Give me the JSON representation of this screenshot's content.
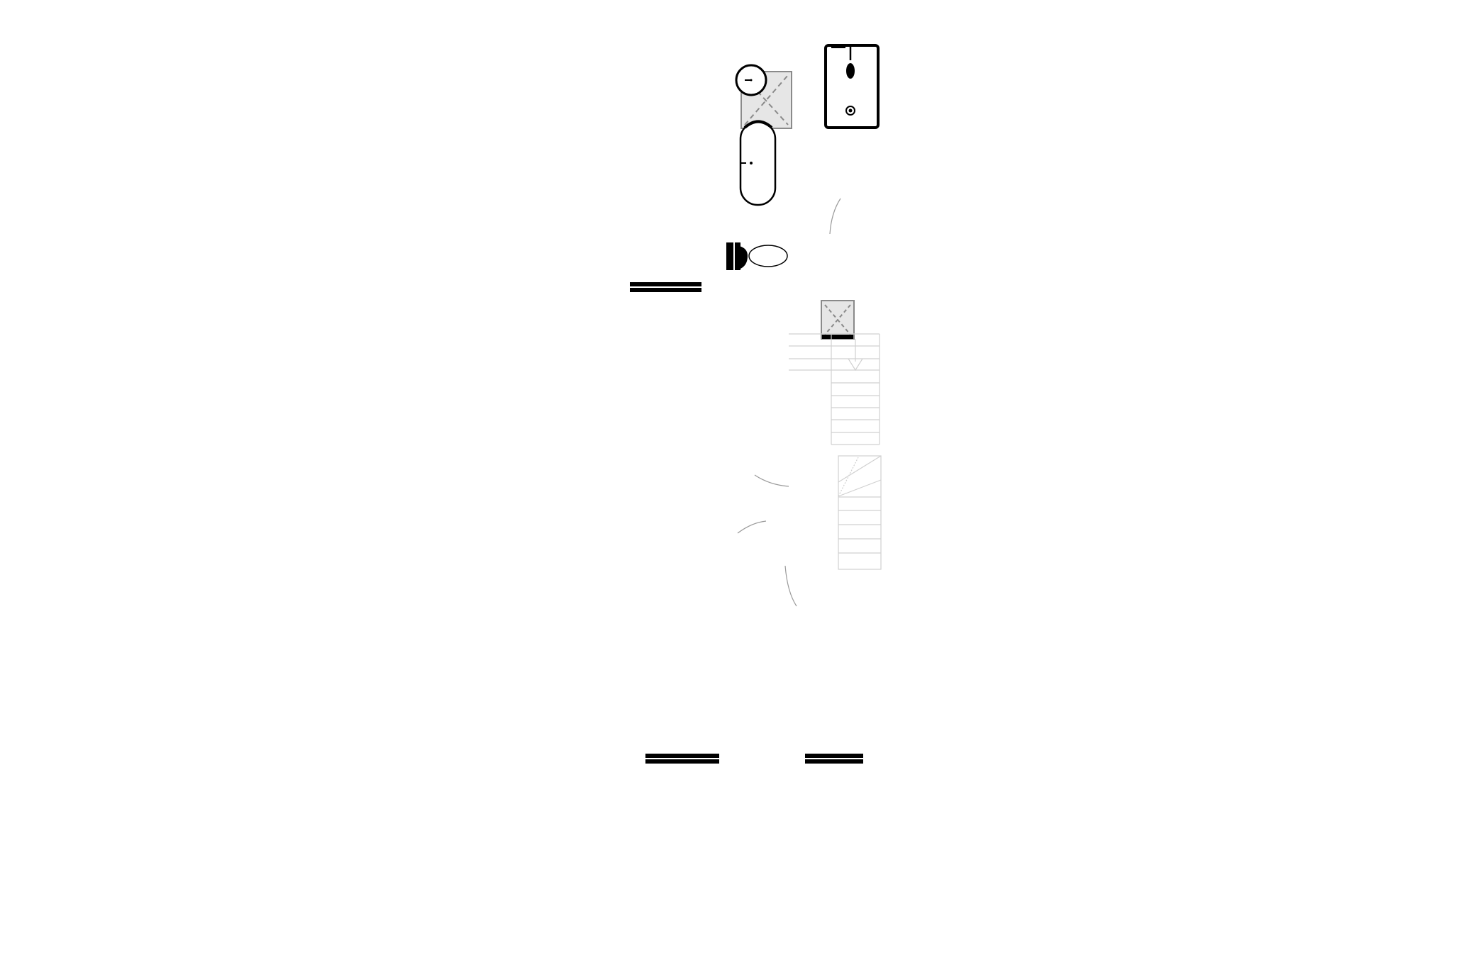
{
  "title": "",
  "colors": {
    "line": "#000000",
    "fill": "#e6e6e6",
    "dash": "#8a8a8a",
    "faint": "#d0d0d0",
    "arc": "#999999"
  },
  "fixtures": [
    "shower-tray",
    "round-basin",
    "bathtub",
    "vanity-sink",
    "toilet",
    "shower-small",
    "staircase"
  ]
}
